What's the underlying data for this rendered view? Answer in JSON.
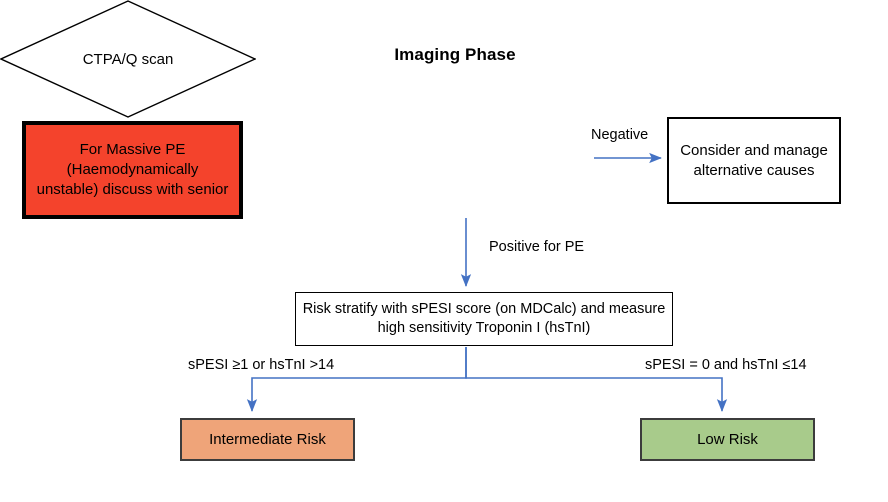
{
  "title": "Imaging Phase",
  "theme": {
    "arrow_blue": "#4472C4",
    "massive_pe_red": "#F4432C",
    "intermediate_orange": "#EFA479",
    "low_risk_green": "#A8CB8B",
    "outline_black": "#000000",
    "outline_gray": "#3C3C3C",
    "background": "#FFFFFF"
  },
  "nodes": {
    "massive_pe": "For Massive PE (Haemodynamically unstable) discuss with senior",
    "ctpa": "CTPA/Q scan",
    "alternative_causes": "Consider and manage alternative causes",
    "risk_stratify": "Risk stratify with sPESI score (on MDCalc) and measure high sensitivity Troponin I (hsTnI)",
    "intermediate_risk": "Intermediate Risk",
    "low_risk": "Low Risk"
  },
  "edge_labels": {
    "negative": "Negative",
    "positive": "Positive for PE",
    "high_risk_criteria": "sPESI ≥1 or hsTnI >14",
    "low_risk_criteria": "sPESI = 0 and hsTnI ≤14"
  }
}
